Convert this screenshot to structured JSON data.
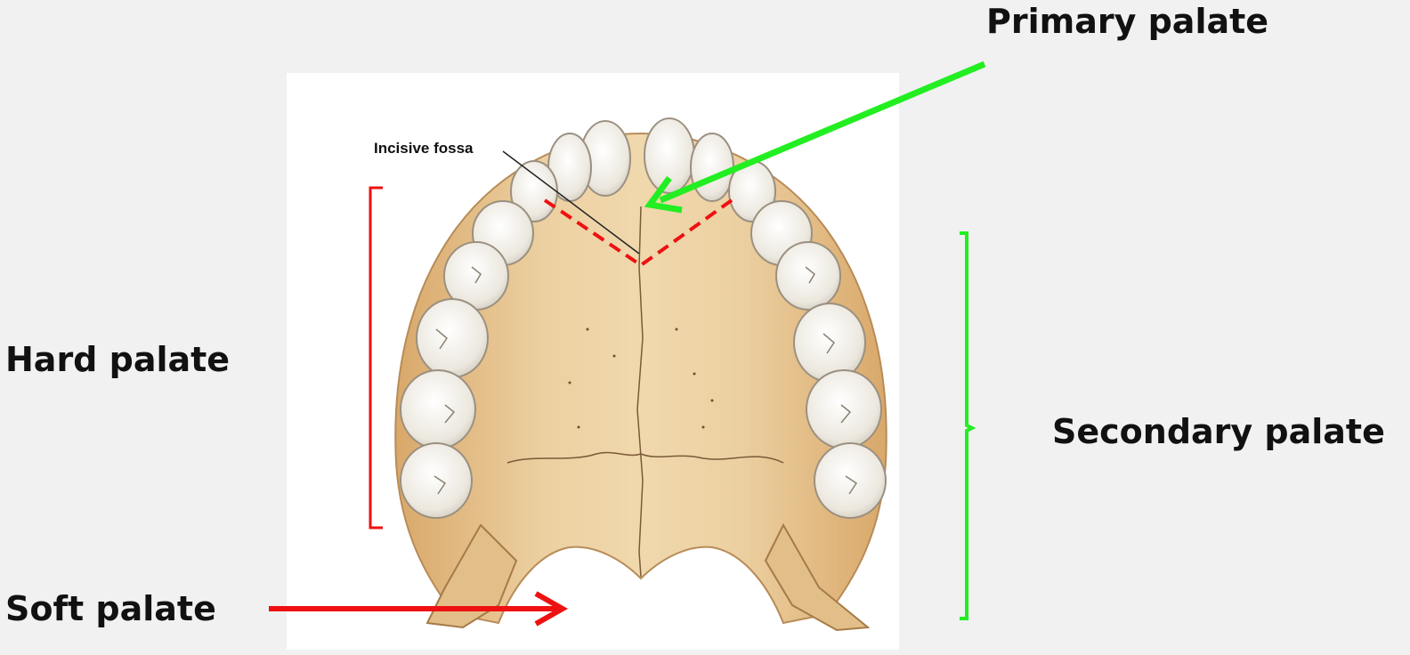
{
  "labels": {
    "primary_palate": "Primary palate",
    "hard_palate": "Hard palate",
    "secondary_palate": "Secondary palate",
    "soft_palate": "Soft palate",
    "incisive_fossa": "Incisive fossa"
  },
  "colors": {
    "background": "#f1f1f1",
    "red_annotation": "#ee1111",
    "green_annotation": "#22ee22",
    "bone": "#e9c995",
    "teeth": "#f3f0ea"
  }
}
